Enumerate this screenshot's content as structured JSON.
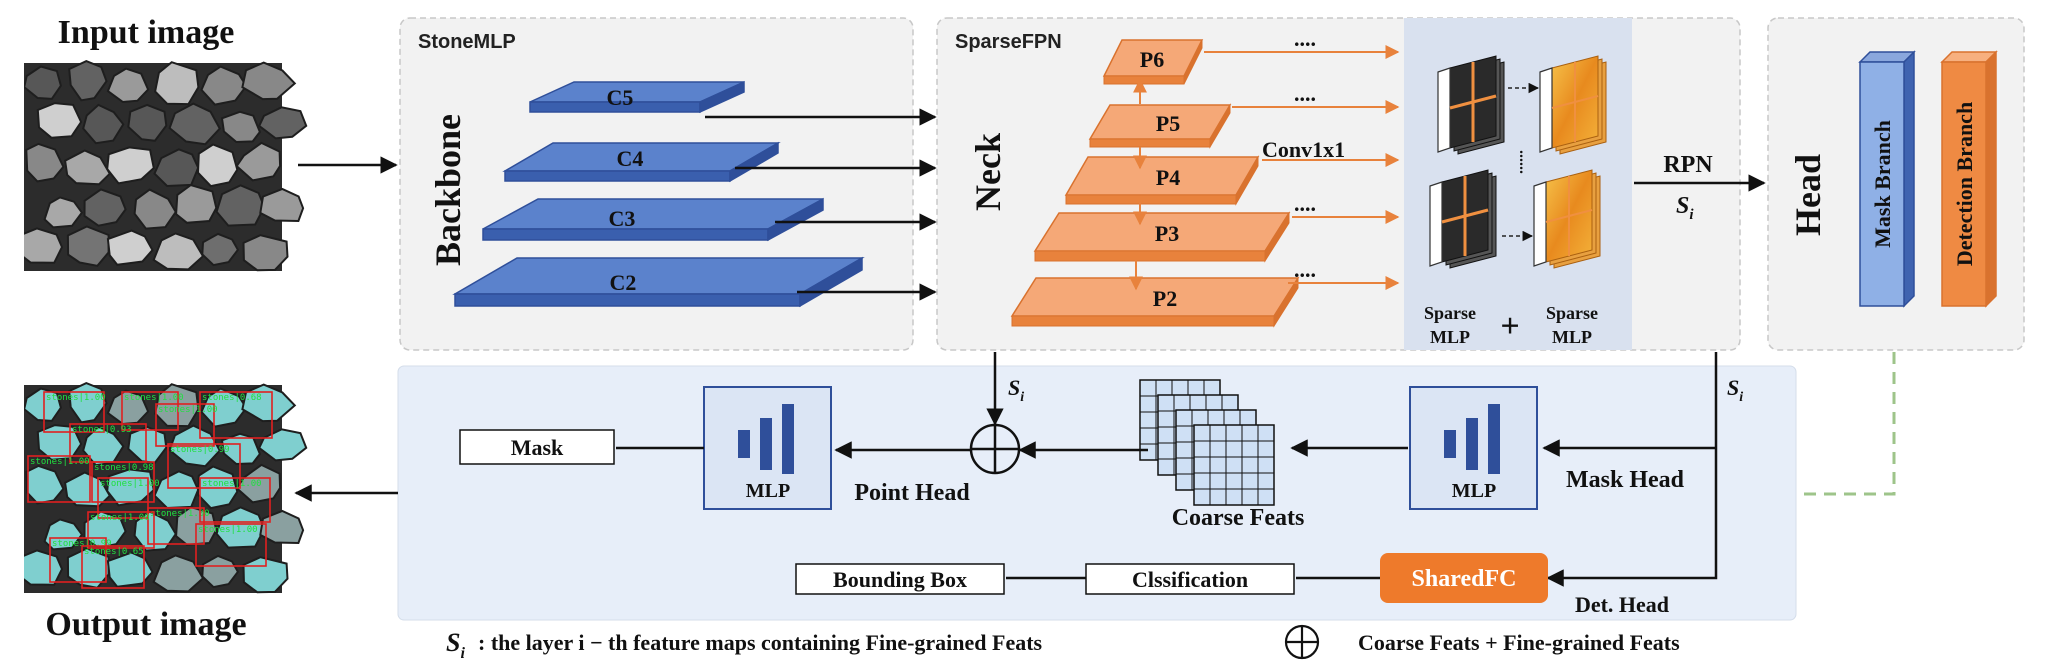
{
  "input_image": {
    "title": "Input image"
  },
  "output_image": {
    "title": "Output image",
    "detections": [
      "stones|1.00",
      "stones|1.00",
      "stones|0.68",
      "stones|0.93",
      "stones|1.00",
      "stones|1.00",
      "stones|0.98",
      "stones|0.99",
      "stones|1.00",
      "stones|1.00",
      "stones|1.00",
      "stones|1.00",
      "stones|0.99",
      "stones|0.65",
      "stones|1.00"
    ]
  },
  "backbone": {
    "panel_title": "StoneMLP",
    "side_label": "Backbone",
    "layers": [
      "C5",
      "C4",
      "C3",
      "C2"
    ]
  },
  "neck": {
    "panel_title": "SparseFPN",
    "side_label": "Neck",
    "levels": [
      "P6",
      "P5",
      "P4",
      "P3",
      "P2"
    ],
    "ellipsis": "....",
    "conv_label": "Conv1x1",
    "vdots": "......",
    "sparse_mlp_left": [
      "Sparse",
      "MLP"
    ],
    "plus": "+",
    "sparse_mlp_right": [
      "Sparse",
      "MLP"
    ]
  },
  "rpn": {
    "label": "RPN",
    "s_sym": "S",
    "s_sub": "i"
  },
  "head": {
    "side_label": "Head",
    "mask_branch": "Mask Branch",
    "detection_branch": "Detection Branch"
  },
  "lower": {
    "mask_box": "Mask",
    "point_mlp_label": "MLP",
    "point_head": "Point Head",
    "coarse_feats": "Coarse Feats",
    "mask_mlp_label": "MLP",
    "mask_head": "Mask Head",
    "bbox_box": "Bounding Box",
    "cls_box": "Clssification",
    "shared_fc": "SharedFC",
    "det_head": "Det. Head",
    "s_sym": "S",
    "s_sub": "i"
  },
  "legend": {
    "s_sym": "S",
    "s_sub": "i",
    "s_desc": ":    the layer i − th feature maps containing Fine-grained Feats",
    "oplus_desc": "Coarse Feats + Fine-grained Feats"
  },
  "colors": {
    "blue_plate": "#5b82cc",
    "blue_plate_dark": "#2f4f9a",
    "orange_plate": "#f5a877",
    "orange_dark": "#d9722e",
    "panel_bg": "#f2f2f2",
    "lower_bg": "#e7eef9",
    "neck_feature_bg": "#d9e1ef",
    "shared_fc": "#ee7a2b"
  }
}
